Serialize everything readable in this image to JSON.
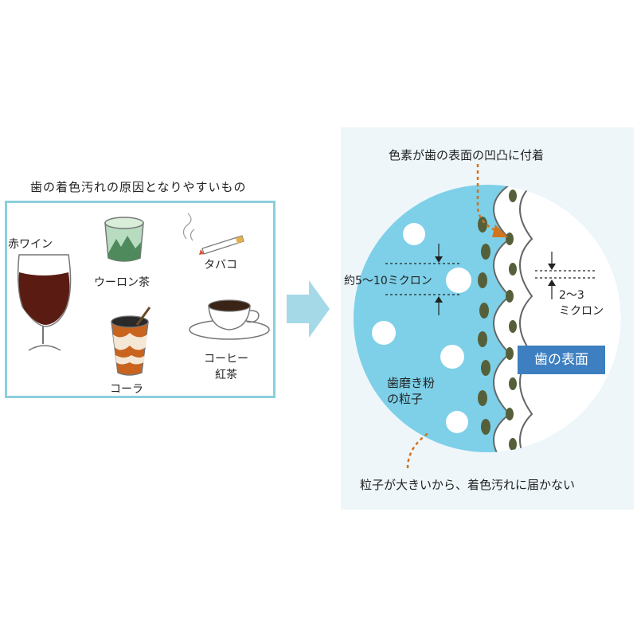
{
  "left_panel": {
    "title": "歯の着色汚れの原因となりやすいもの",
    "items": {
      "red_wine": "赤ワイン",
      "oolong_tea": "ウーロン茶",
      "tobacco": "タバコ",
      "cola": "コーラ",
      "coffee": "コーヒー",
      "black_tea": "紅茶"
    }
  },
  "right_panel": {
    "top_annotation": "色素が歯の表面の凹凸に付着",
    "particle_size": "約5～10ミクロン",
    "groove_size_line1": "2～3",
    "groove_size_line2": "ミクロン",
    "tooth_surface_label": "歯の表面",
    "toothpaste_line1": "歯磨き粉",
    "toothpaste_line2": "の粒子",
    "bottom_annotation": "粒子が大きいから、着色汚れに届かない"
  },
  "colors": {
    "sky_blue": "#7dd0e8",
    "light_bg": "#eef6fa",
    "stain_green": "#55603a",
    "label_blue": "#3d7fc0",
    "arrow_orange": "#d2731e",
    "box_border": "#8ccfdc"
  }
}
